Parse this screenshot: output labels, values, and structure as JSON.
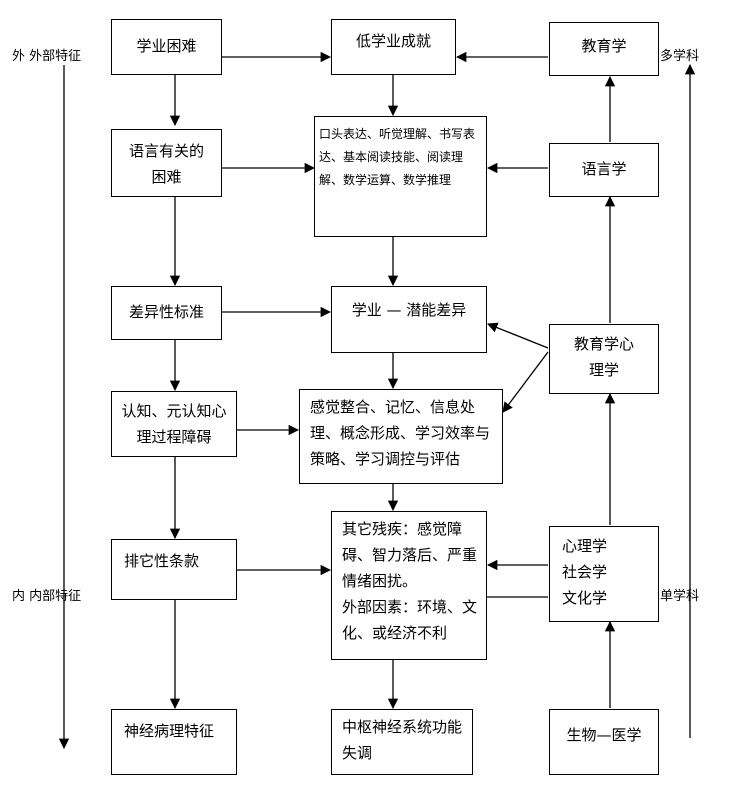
{
  "side_labels": {
    "left_top": "外  外部特征",
    "left_bottom": "内  内部特征",
    "right_top": "多学科",
    "right_bottom": "单学科"
  },
  "left_column": [
    "学业困难",
    "语言有关的困难",
    "差异性标准",
    "认知、元认知心理过程障碍",
    "排它性条款",
    "神经病理特征"
  ],
  "middle_column": [
    "低学业成就",
    "口头表达、听觉理解、书写表达、基本阅读技能、阅读理解、数学运算、数学推理",
    "学业 — 潜能差异",
    "感觉整合、记忆、信息处理、概念形成、学习效率与策略、学习调控与评估",
    "其它残疾：感觉障碍、智力落后、严重情绪困扰。",
    "外部因素：环境、文化、或经济不利",
    "中枢神经系统功能失调"
  ],
  "right_column": [
    "教育学",
    "语言学",
    "教育学心理学",
    "心理学社会学文化学",
    "生物—医学"
  ]
}
